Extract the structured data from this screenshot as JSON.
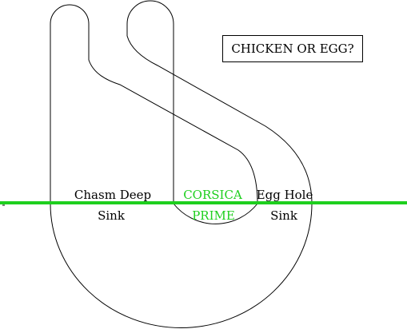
{
  "title": "CHICKEN OR EGG?",
  "labels": {
    "left_top": "Chasm Deep",
    "left_bottom": "Sink",
    "center_top": "CORSICA",
    "center_bottom": "PRIME",
    "right_top": "Egg Hole",
    "right_bottom": "Sink"
  },
  "colors": {
    "outline": "#000000",
    "divider_line": "#1ecf1e",
    "highlight_text": "#1ecf1e"
  }
}
